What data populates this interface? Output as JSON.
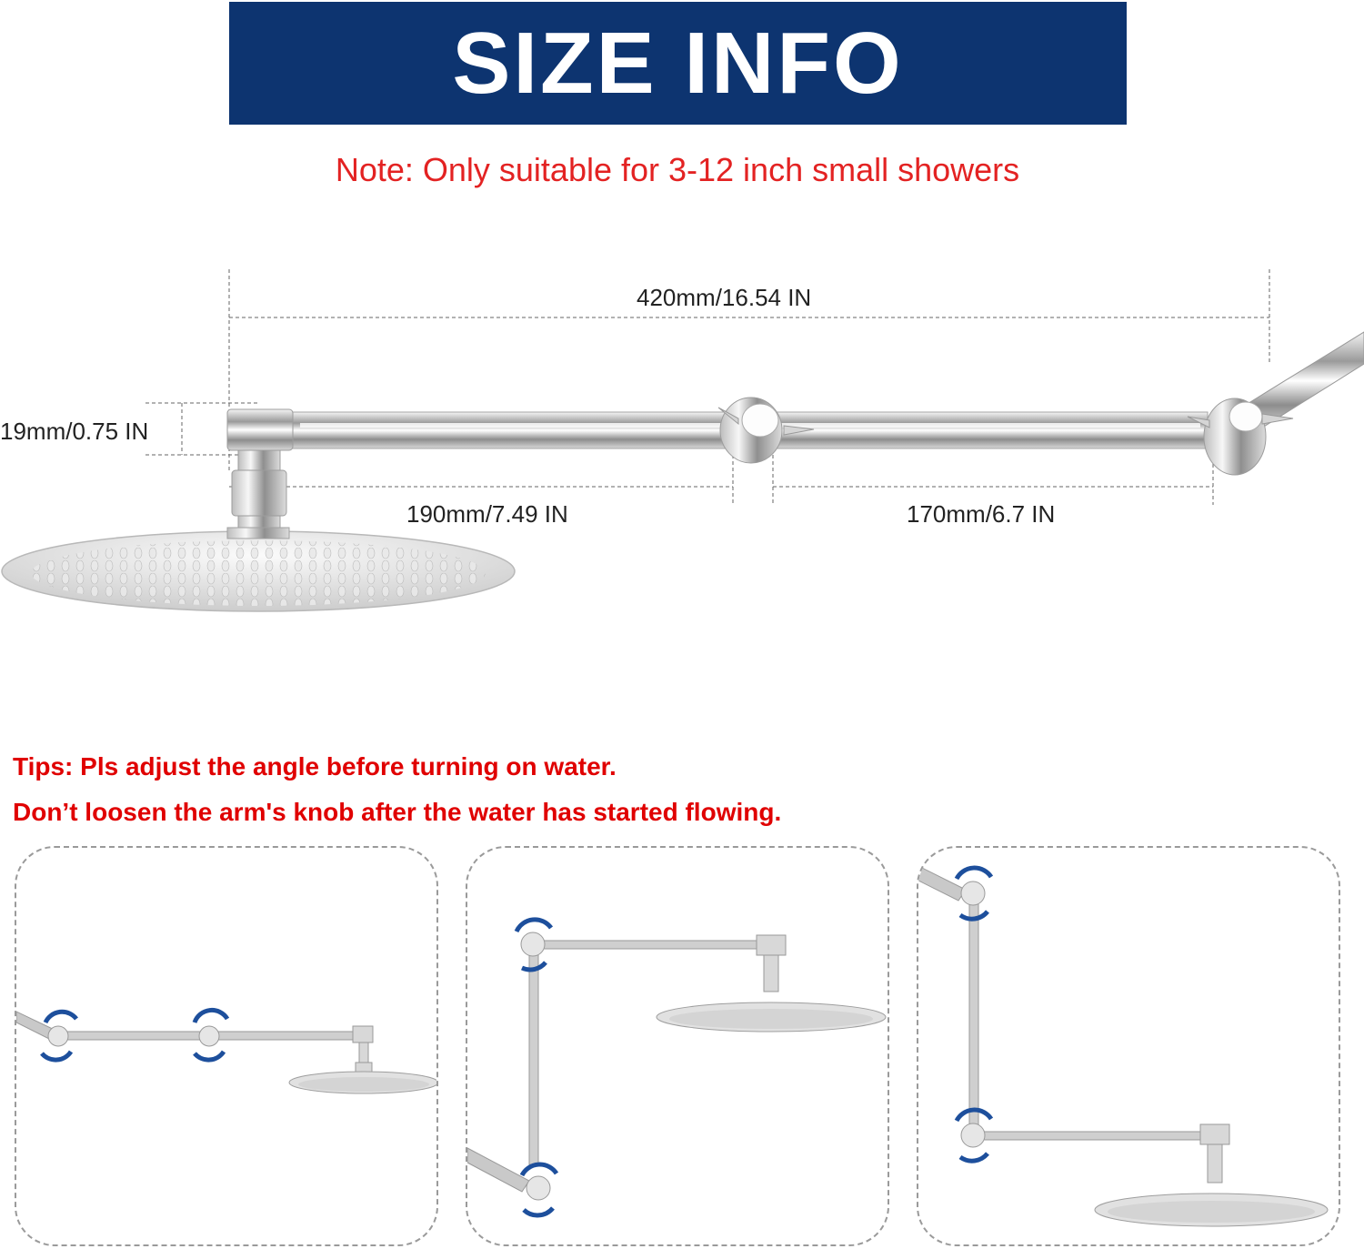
{
  "header": {
    "title": "SIZE INFO"
  },
  "note": "Note: Only suitable for 3-12 inch small showers",
  "dimensions": {
    "total_length": "420mm/16.54 IN",
    "diameter": "19mm/0.75 IN",
    "segment_one": "190mm/7.49 IN",
    "segment_two": "170mm/6.7 IN"
  },
  "tips": {
    "line1": "Tips: Pls adjust the angle before turning on water.",
    "line2": "Don’t loosen the arm's knob after the water has started flowing."
  },
  "colors": {
    "banner": "#0d3470",
    "note_text": "#e32222",
    "tips_text": "#e00000",
    "rotate_arrow": "#1d4f9c"
  },
  "panels": [
    {
      "icon": "straight-arm-configuration-icon"
    },
    {
      "icon": "l-shaped-arm-configuration-icon"
    },
    {
      "icon": "raised-arm-configuration-icon"
    }
  ]
}
